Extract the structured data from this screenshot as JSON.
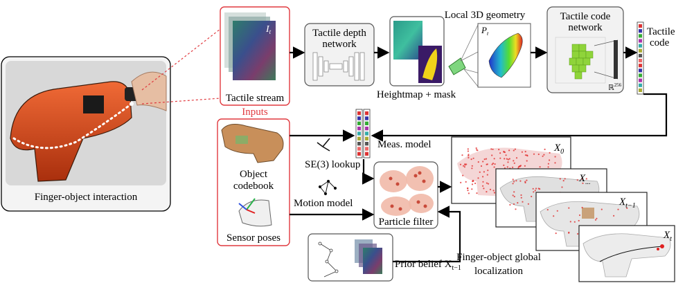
{
  "labels": {
    "finger_object_interaction": "Finger-object interaction",
    "tactile_stream": "Tactile stream",
    "inputs": "Inputs",
    "tactile_depth_network_line1": "Tactile depth",
    "tactile_depth_network_line2": "network",
    "heightmap_mask": "Heightmap + mask",
    "local_3d_geometry": "Local 3D geometry",
    "tactile_code_network_line1": "Tactile code",
    "tactile_code_network_line2": "network",
    "tactile_code_line1": "Tactile",
    "tactile_code_line2": "code",
    "r256": "ℝ",
    "r256_sup": "256",
    "meas_model": "Meas. model",
    "se3_lookup": "SE(3) lookup",
    "object_codebook_line1": "Object",
    "object_codebook_line2": "codebook",
    "motion_model": "Motion model",
    "sensor_poses": "Sensor poses",
    "particle_filter": "Particle filter",
    "prior_belief": "Prior belief X",
    "prior_belief_sub": "t−1",
    "global_loc_line1": "Finger-object global",
    "global_loc_line2": "localization",
    "frame_I_t": "I",
    "frame_I_sub": "t",
    "P_t": "P",
    "P_t_sub": "t",
    "X0": "X",
    "X0_sub": "0",
    "Xdots": "X",
    "Xdots_sub": "...",
    "Xt1": "X",
    "Xt1_sub": "t−1",
    "Xt": "X",
    "Xt_sub": "t"
  },
  "colors": {
    "inputs_red": "#e0393e",
    "drill_orange": "#d9481c",
    "green_voxel": "#8fd43a",
    "red_points": "#e02020",
    "particle_pink": "#f1b9a8"
  }
}
